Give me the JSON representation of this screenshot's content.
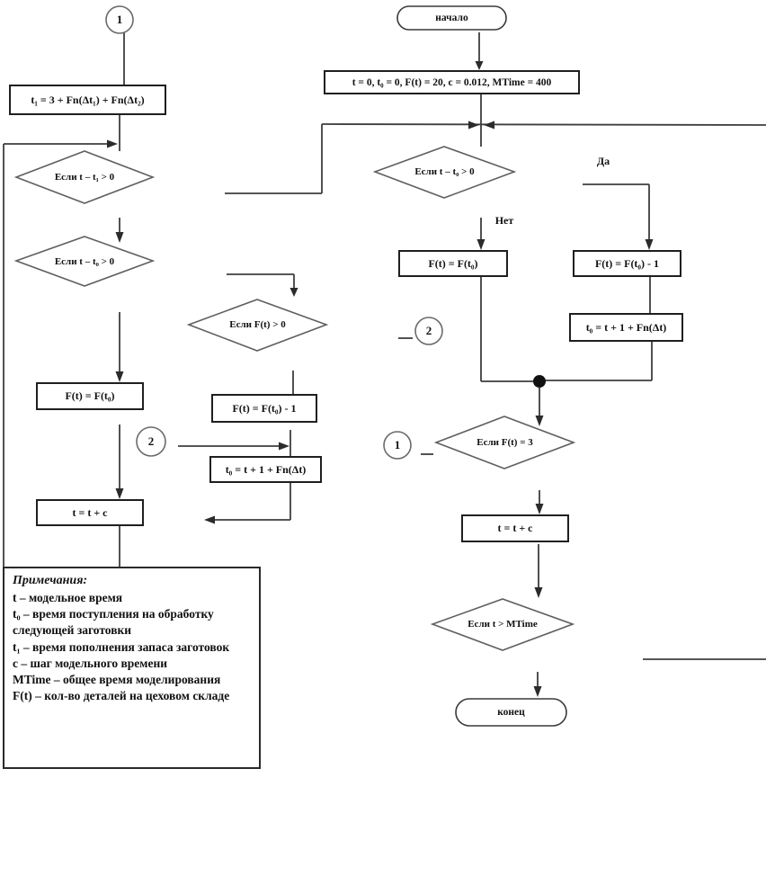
{
  "left_flow": {
    "connector1": "1",
    "box_t1": "t₁ = 3 + Fn(Δt₁) + Fn(Δt₂)",
    "decision_t_t1": "Если t – t₁ > 0",
    "decision_t_t0": "Если t – t₀ > 0",
    "box_ft": "F(t) = F(t₀)",
    "connector2": "2",
    "box_ttc": "t = t + c",
    "decision_ft_gt0": "Если F(t) > 0",
    "box_ft_minus1": "F(t) = F(t₀) - 1",
    "box_t0": "t₀ = t + 1 + Fn(Δt)"
  },
  "right_flow": {
    "start": "начало",
    "init": "t = 0, t₀ = 0, F(t) = 20, c = 0.012, MTime = 400",
    "decision_t_t0": "Если t – t₀ > 0",
    "label_yes": "Да",
    "label_no": "Нет",
    "box_ft": "F(t) = F(t₀)",
    "box_ft_minus1": "F(t) = F(t₀) - 1",
    "box_t0": "t₀ = t + 1 + Fn(Δt)",
    "connector2": "2",
    "connector1": "1",
    "decision_ft_eq3": "Если F(t) = 3",
    "box_ttc": "t = t + c",
    "decision_mtime": "Если t > MTime",
    "end": "конец"
  },
  "notes": {
    "title": "Примечания:",
    "items": [
      "t – модельное время",
      "t₀ – время поступления на обработку следующей заготовки",
      "t₁ – время пополнения запаса заготовок",
      "c – шаг модельного времени",
      "MTime – общее время моделирования",
      "F(t) – кол-во деталей на цеховом складе"
    ]
  },
  "colors": {
    "line": "#3e3e3e",
    "shape_stroke": "#5f5f5f",
    "box_border": "#1f1f1f",
    "text": "#111111",
    "background": "#ffffff"
  }
}
